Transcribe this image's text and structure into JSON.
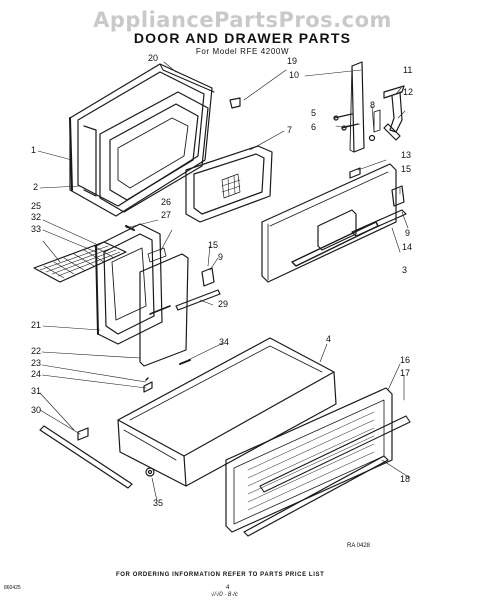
{
  "header": {
    "watermark": "AppliancePartsPros.com",
    "title": "DOOR AND DRAWER PARTS",
    "subtitle": "For Model RFE 4200W"
  },
  "footer": {
    "ordering_note": "FOR ORDERING INFORMATION REFER TO PARTS PRICE LIST",
    "page_number": "4",
    "corner_code": "860425",
    "signature": "√/√0 · 8·/c",
    "diagram_ref": "RA 0428"
  },
  "callouts": [
    {
      "label": "1"
    },
    {
      "label": "2"
    },
    {
      "label": "3"
    },
    {
      "label": "4"
    },
    {
      "label": "5"
    },
    {
      "label": "6"
    },
    {
      "label": "7"
    },
    {
      "label": "8"
    },
    {
      "label": "9"
    },
    {
      "label": "9"
    },
    {
      "label": "10"
    },
    {
      "label": "11"
    },
    {
      "label": "12"
    },
    {
      "label": "13"
    },
    {
      "label": "14"
    },
    {
      "label": "15"
    },
    {
      "label": "15"
    },
    {
      "label": "16"
    },
    {
      "label": "17"
    },
    {
      "label": "18"
    },
    {
      "label": "19"
    },
    {
      "label": "20"
    },
    {
      "label": "21"
    },
    {
      "label": "22"
    },
    {
      "label": "23"
    },
    {
      "label": "24"
    },
    {
      "label": "25"
    },
    {
      "label": "26"
    },
    {
      "label": "27"
    },
    {
      "label": "29"
    },
    {
      "label": "30"
    },
    {
      "label": "31"
    },
    {
      "label": "32"
    },
    {
      "label": "33"
    },
    {
      "label": "34"
    },
    {
      "label": "35"
    }
  ]
}
